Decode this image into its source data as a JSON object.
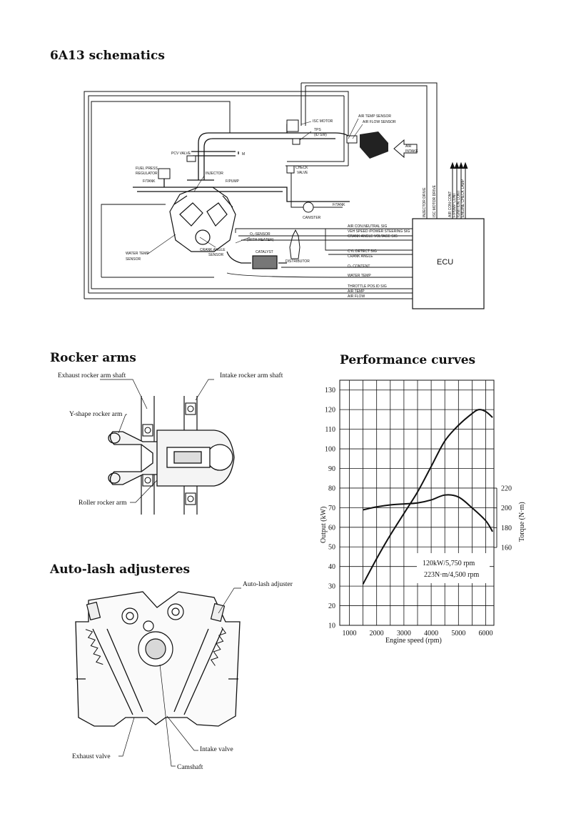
{
  "schematic": {
    "title": "6A13 schematics",
    "labels": {
      "isc_motor": "ISC MOTOR",
      "air_temp_sensor": "AIR TEMP SENSOR",
      "air_flow_sensor": "AIR FLOW SENSOR",
      "tps": "TPS",
      "id_sw": "(ID SW)",
      "air": "AIR",
      "intake": "INTAKE",
      "pcv_valve": "PCV VALVE",
      "m": "M",
      "check": "CHECK",
      "valve": "VALVE",
      "fuel_press": "FUEL PRESS",
      "regulator": "REGULATOR",
      "injector": "INJECTOR",
      "f_tank_1": "F/TANK",
      "f_pump": "F/PUMP",
      "f_tank_2": "F/TANK",
      "canister": "CANISTER",
      "o2_sensor": "O₂-SENSOR",
      "with_heater": "(WITH HEATER)",
      "catalyst": "CATALYST",
      "distributor": "DISTRIBUTOR",
      "crank_angle": "CRANK ANGLE",
      "sensor": "SENSOR",
      "water_temp": "WATER TEMP",
      "sensor2": "SENSOR",
      "ecu": "ECU"
    },
    "signals": [
      "AIR CON.NEUTRAL SIG",
      "VEH SPEED /POWER STEERING SIG",
      "CRANK ANGLE VOLTAGE SIG",
      "CYL DETECT SIG",
      "CRANK ANGLE",
      "O₂ CONTENT",
      "WATER TEMP",
      "THROTTLE POS.ID SIG",
      "AIR TEMP",
      "AIR FLOW"
    ],
    "vertical_outputs": [
      "INJECTOR DRIVE",
      "ISC MOTOR DRIVE"
    ],
    "right_outputs": [
      "AIR CON CONT",
      "F/PUMP CONT",
      "IGNITION CONT",
      "ENGINE CHECK LAMP"
    ]
  },
  "rocker": {
    "title": "Rocker arms",
    "labels": {
      "exhaust_shaft": "Exhaust rocker arm shaft",
      "intake_shaft": "Intake rocker arm shaft",
      "y_shape": "Y-shape rocker arm",
      "roller": "Roller rocker arm"
    }
  },
  "autolash": {
    "title": "Auto-lash adjusteres",
    "labels": {
      "adjuster": "Auto-lash adjuster",
      "exhaust_valve": "Exhaust valve",
      "intake_valve": "Intake valve",
      "camshaft": "Camshaft"
    }
  },
  "performance": {
    "title": "Performance curves",
    "annotation_1": "120kW/5,750 rpm",
    "annotation_2": "223N·m/4,500 rpm"
  },
  "chart_data": {
    "type": "line",
    "title": "Performance curves",
    "xlabel": "Engine speed (rpm)",
    "ylabel": "Output (kW)",
    "y2label": "Torque (N·m)",
    "xlim": [
      700,
      6300
    ],
    "ylim": [
      10,
      135
    ],
    "y2lim": [
      160,
      220
    ],
    "xticks": [
      1000,
      2000,
      3000,
      4000,
      5000,
      6000
    ],
    "yticks": [
      10,
      20,
      30,
      40,
      50,
      60,
      70,
      80,
      90,
      100,
      110,
      120,
      130
    ],
    "y2ticks": [
      160,
      180,
      200,
      220
    ],
    "grid": true,
    "series": [
      {
        "axis": "left",
        "color": "#111111",
        "x": [
          1500,
          2000,
          2500,
          3000,
          3500,
          4000,
          4500,
          5000,
          5500,
          5750,
          6000,
          6250
        ],
        "values": [
          31,
          44,
          56,
          67,
          78,
          91,
          104,
          112,
          118,
          120,
          119,
          116
        ]
      },
      {
        "axis": "right",
        "color": "#111111",
        "x": [
          1500,
          2000,
          2500,
          3000,
          3500,
          4000,
          4500,
          5000,
          5500,
          6000,
          6250
        ],
        "values": [
          198,
          201,
          203,
          204,
          205,
          208,
          213,
          211,
          200,
          187,
          176
        ]
      }
    ]
  }
}
